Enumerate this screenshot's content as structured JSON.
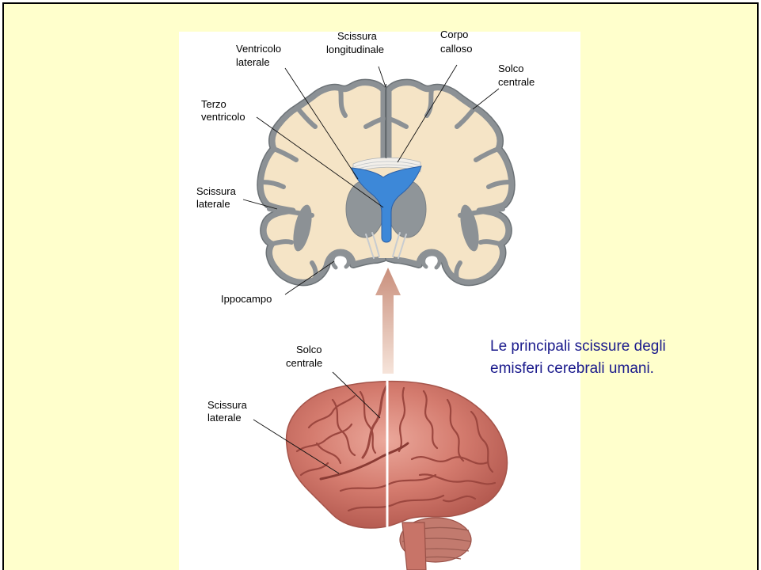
{
  "slide": {
    "caption": {
      "line1": "Le principali scissure degli",
      "line2": "emisferi cerebrali umani."
    },
    "figure": {
      "coronal_labels": {
        "ventricolo_laterale": [
          "Ventricolo",
          "laterale"
        ],
        "scissura_longitudinale": [
          "Scissura",
          "longitudinale"
        ],
        "corpo_calloso": [
          "Corpo",
          "calloso"
        ],
        "solco_centrale": [
          "Solco",
          "centrale"
        ],
        "terzo_ventricolo": [
          "Terzo",
          "ventricolo"
        ],
        "scissura_laterale": [
          "Scissura",
          "laterale"
        ],
        "ippocampo": "Ippocampo"
      },
      "lateral_labels": {
        "solco_centrale": [
          "Solco",
          "centrale"
        ],
        "scissura_laterale": [
          "Scissura",
          "laterale"
        ]
      }
    }
  },
  "colors": {
    "slide_background": "#FFFFCC",
    "caption_text": "#1A1A8C",
    "cortex_gray": "#8C9195",
    "white_matter": "#F5E4C6",
    "ventricle_blue": "#3D88D8",
    "brain_pink": "#D47B6E"
  }
}
